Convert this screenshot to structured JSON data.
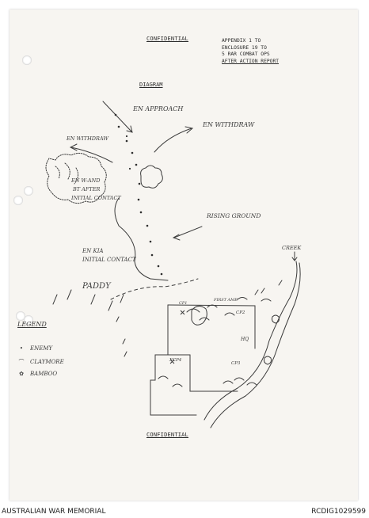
{
  "header": {
    "confidential_top": "CONFIDENTIAL",
    "appendix_lines": [
      "APPENDIX 1 TO",
      "ENCLOSURE 19 TO",
      "5 RAR COMBAT OPS",
      "AFTER ACTION REPORT"
    ]
  },
  "diagram": {
    "title": "DIAGRAM",
    "labels": {
      "en_approach": "EN APPROACH",
      "en_withdraw_right": "EN WITHDRAW",
      "en_withdraw_left": "EN WITHDRAW",
      "en_wound_1": "EN W-AND",
      "en_wound_2": "BT AFTER",
      "en_wound_3": "INITIAL CONTACT",
      "rising_ground": "RISING GROUND",
      "en_kia_1": "EN KIA",
      "en_kia_2": "INITIAL CONTACT",
      "paddy": "PADDY",
      "creek": "CREEK",
      "cp1": "CP1",
      "first_ambush": "FIRST AMB",
      "cp2": "CP2",
      "hq": "HQ",
      "cp3": "CP3",
      "cp4": "XCP4"
    }
  },
  "legend": {
    "title": "LEGEND",
    "items": [
      {
        "symbol": "•",
        "label": "ENEMY"
      },
      {
        "symbol": "⌒",
        "label": "CLAYMORE"
      },
      {
        "symbol": "✿",
        "label": "BAMBOO"
      }
    ]
  },
  "confidential_bottom": "CONFIDENTIAL",
  "footer": {
    "left": "AUSTRALIAN WAR MEMORIAL",
    "right": "RCDIG1029599"
  }
}
